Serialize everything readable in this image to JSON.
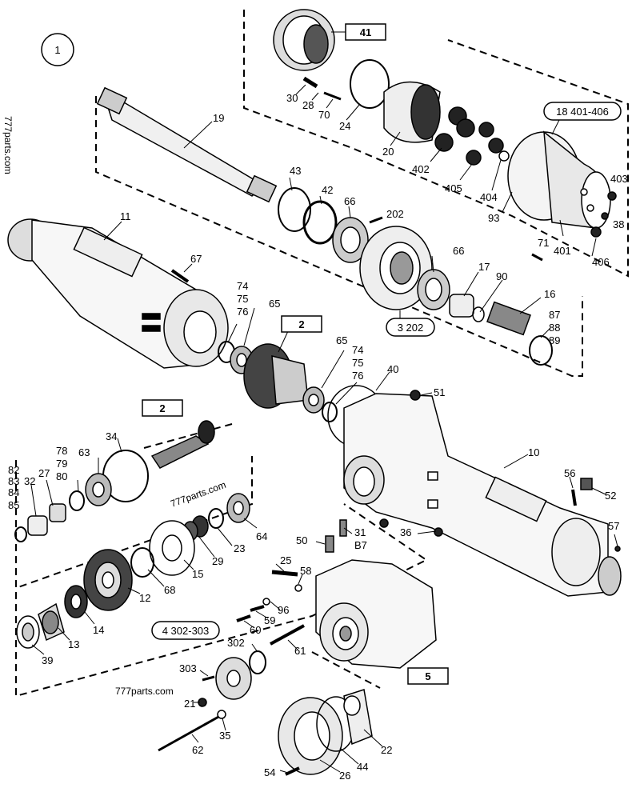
{
  "figure_number": "1",
  "watermark_side": "777parts.com",
  "watermark_center": "777parts.com",
  "watermark_bottom": "777parts.com",
  "callouts_boxed": [
    "41",
    "2",
    "2",
    "5"
  ],
  "callouts_oval": [
    "18 401-406",
    "3 202",
    "4 302-303"
  ],
  "labels": {
    "l30": "30",
    "l28": "28",
    "l70": "70",
    "l24": "24",
    "l20": "20",
    "l402": "402",
    "l405": "405",
    "l404": "404",
    "l93": "93",
    "l403": "403",
    "l38": "38",
    "l401": "401",
    "l406": "406",
    "l71": "71",
    "l19": "19",
    "l43": "43",
    "l42": "42",
    "l66a": "66",
    "l202": "202",
    "l11": "11",
    "l67": "67",
    "l74a": "74",
    "l75a": "75",
    "l76a": "76",
    "l65a": "65",
    "l66b": "66",
    "l17": "17",
    "l90": "90",
    "l16": "16",
    "l87": "87",
    "l88": "88",
    "l89": "89",
    "l65b": "65",
    "l74b": "74",
    "l75b": "75",
    "l76b": "76",
    "l40": "40",
    "l51": "51",
    "l10": "10",
    "l34": "34",
    "l78": "78",
    "l79": "79",
    "l80": "80",
    "l63": "63",
    "l82": "82",
    "l83": "83",
    "l32": "32",
    "l27": "27",
    "l84": "84",
    "l85": "85",
    "l56": "56",
    "l52": "52",
    "l57": "57",
    "l64": "64",
    "l23": "23",
    "l29": "29",
    "l15": "15",
    "l68": "68",
    "l12": "12",
    "l14": "14",
    "l13": "13",
    "l39": "39",
    "l50": "50",
    "l31": "31",
    "lB7": "B7",
    "l36": "36",
    "l25": "25",
    "l58": "58",
    "l96": "96",
    "l59": "59",
    "l60": "60",
    "l61": "61",
    "l302": "302",
    "l303": "303",
    "l21": "21",
    "l62": "62",
    "l35": "35",
    "l22": "22",
    "l44": "44",
    "l26": "26",
    "l54": "54"
  }
}
